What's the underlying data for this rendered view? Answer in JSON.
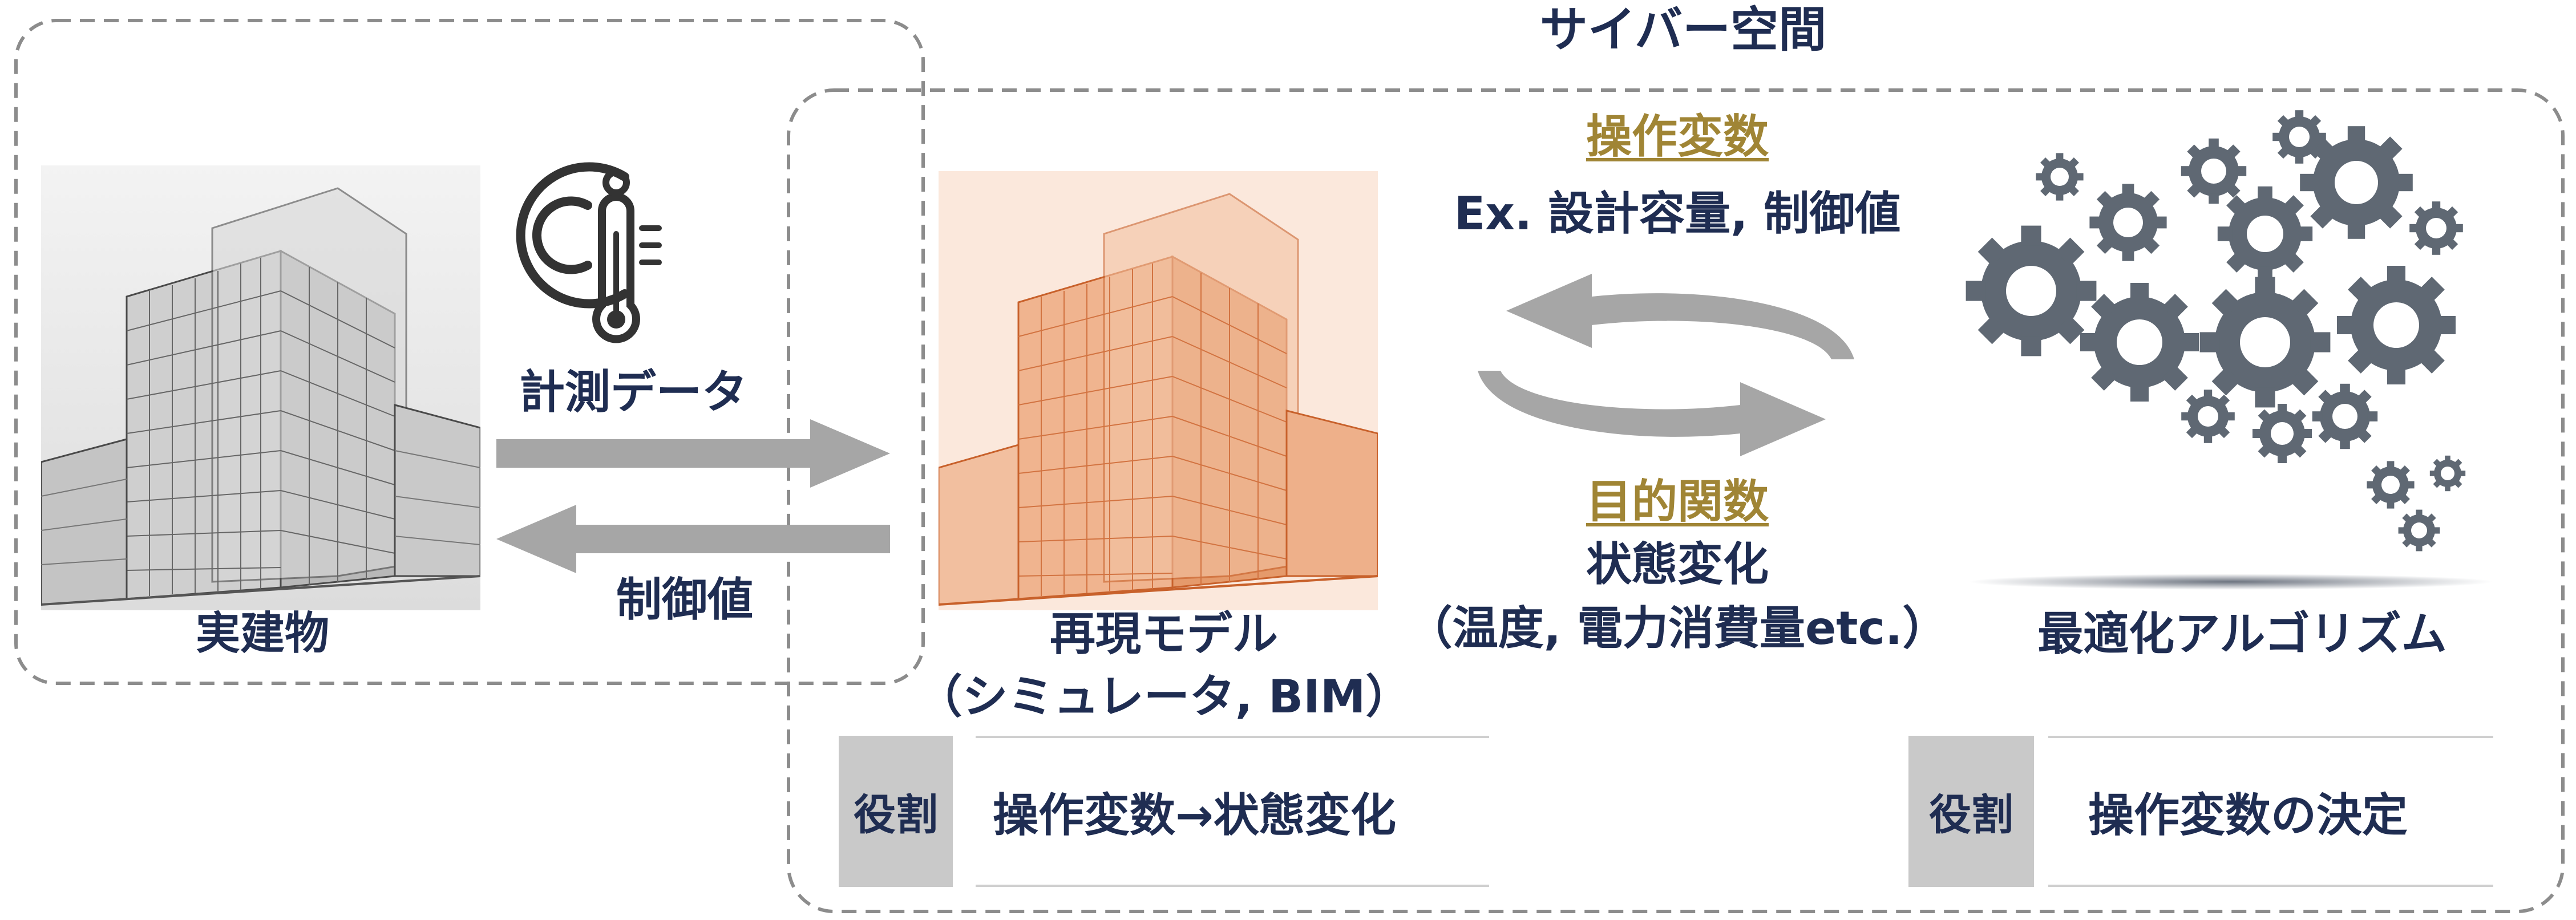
{
  "cyber_space_label": "サイバー空間",
  "real_building": {
    "label": "実建物",
    "image": "real-building-sketch"
  },
  "measurement": {
    "icon": "thermometer-celsius-icon",
    "label": "計測データ"
  },
  "control_value_label": "制御値",
  "model": {
    "label_line1": "再現モデル",
    "label_line2": "（シミュレータ, BIM）",
    "image": "building-model-sketch-orange"
  },
  "operation_variable": {
    "title": "操作変数",
    "example": "Ex. 設計容量, 制御値"
  },
  "objective_function": {
    "title": "目的関数",
    "line1": "状態変化",
    "line2": "（温度, 電力消費量etc.）"
  },
  "algorithm": {
    "label": "最適化アルゴリズム",
    "icon": "gears-brain-icon"
  },
  "roles": [
    {
      "tag": "役割",
      "description": "操作変数→状態変化"
    },
    {
      "tag": "役割",
      "description": "操作変数の決定"
    }
  ],
  "colors": {
    "navy_text": "#1f2d52",
    "gold_heading": "#a08535",
    "arrow_gray": "#a6a6a6",
    "gear_gray": "#5f6873",
    "model_orange": "#d9703a",
    "role_bg": "#c9c9c9"
  }
}
